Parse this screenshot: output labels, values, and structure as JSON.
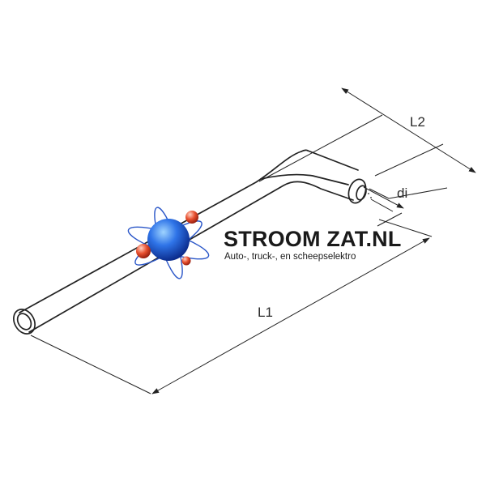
{
  "dimensions": {
    "l1": "L1",
    "l2": "L2",
    "di": "di"
  },
  "watermark": {
    "brand": "STROOM ZAT.NL",
    "tagline": "Auto-, truck-, en scheepselektro",
    "icon": "atom-globe-logo-icon"
  },
  "colors": {
    "outline": "#222222",
    "logo_blue": "#1f5bd6",
    "logo_red": "#e0412c"
  }
}
